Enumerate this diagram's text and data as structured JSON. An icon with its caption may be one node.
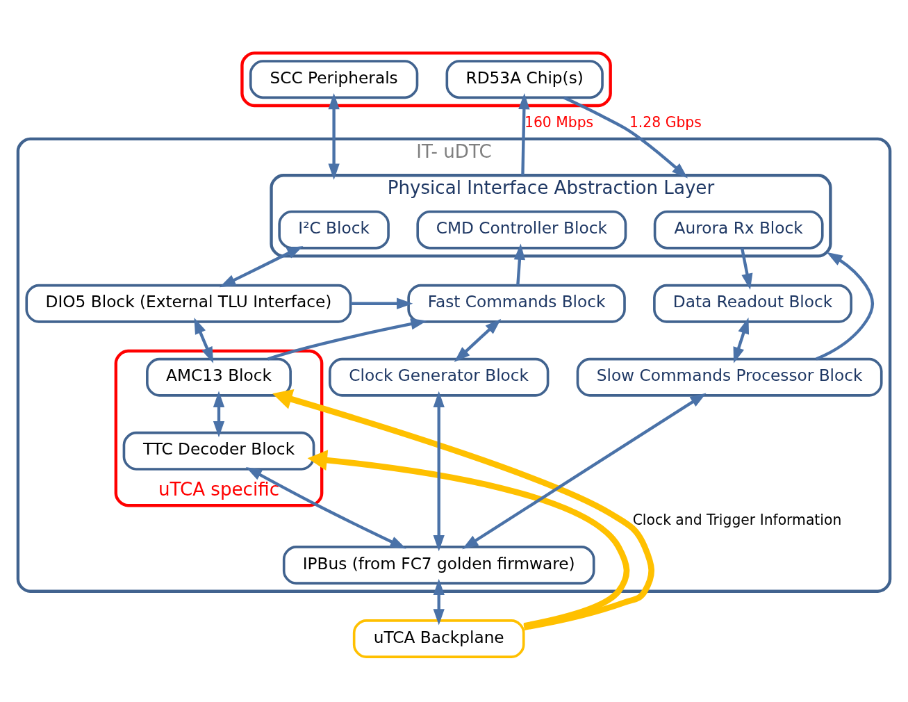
{
  "diagram": {
    "nodes": [
      {
        "text": [],
        "shape": "box"
      },
      {
        "text": [
          "SCC Peripherals"
        ],
        "in": 0
      },
      {
        "text": [
          "RD53A Chip(s)"
        ],
        "in": 0
      },
      {
        "text": [
          "IT- uDTC"
        ]
      },
      {
        "text": [
          "Physical Interface Abstraction Layer"
        ],
        "in": 3
      },
      {
        "text": [
          "I²C Block"
        ],
        "in": 4
      },
      {
        "text": [
          "CMD Controller Block"
        ],
        "in": 4
      },
      {
        "text": [
          "Aurora Rx Block"
        ],
        "in": 4
      },
      {
        "text": [
          "DIO5 Block (External TLU Interface)"
        ],
        "in": 3
      },
      {
        "text": [
          "Fast Commands Block"
        ],
        "in": 3
      },
      {
        "text": [
          "Data Readout Block"
        ],
        "in": 3
      },
      {
        "text": [
          "uTCA specific"
        ],
        "in": 3
      },
      {
        "text": [
          "AMC13 Block"
        ],
        "in": 11
      },
      {
        "text": [
          "TTC Decoder Block"
        ],
        "in": 11
      },
      {
        "text": [
          "Clock Generator Block"
        ],
        "in": 3
      },
      {
        "text": [
          "Slow Commands Processor Block"
        ],
        "in": 3
      },
      {
        "text": [
          "IPBus (from FC7 golden firmware)"
        ],
        "in": 3
      },
      {
        "text": [
          "uTCA Backplane"
        ]
      }
    ],
    "edges": [
      {
        "from": 1,
        "to": 4,
        "arrow": "both"
      },
      {
        "from": 4,
        "to": 2,
        "arrow": "to",
        "label": "160 Mbps"
      },
      {
        "from": 2,
        "to": 4,
        "arrow": "to",
        "label": "1.28 Gbps"
      },
      {
        "from": 5,
        "to": 8,
        "arrow": "both"
      },
      {
        "from": 8,
        "to": 9,
        "arrow": "to"
      },
      {
        "from": 8,
        "to": 12,
        "arrow": "both"
      },
      {
        "from": 12,
        "to": 9,
        "arrow": "to"
      },
      {
        "from": 9,
        "to": 6,
        "arrow": "to"
      },
      {
        "from": 15,
        "to": 4,
        "arrow": "to"
      },
      {
        "from": 7,
        "to": 10,
        "arrow": "to"
      },
      {
        "from": 9,
        "to": 14,
        "arrow": "both"
      },
      {
        "from": 10,
        "to": 15,
        "arrow": "both"
      },
      {
        "from": 12,
        "to": 13,
        "arrow": "both"
      },
      {
        "from": 13,
        "to": 16,
        "arrow": "both"
      },
      {
        "from": 14,
        "to": 16,
        "arrow": "both"
      },
      {
        "from": 15,
        "to": 16,
        "arrow": "both"
      },
      {
        "from": 16,
        "to": 17,
        "arrow": "both"
      },
      {
        "from": 17,
        "to": 12,
        "arrow": "to",
        "style": "thick",
        "color": "#ffc000",
        "label": "Clock and Trigger Information"
      },
      {
        "from": 17,
        "to": 13,
        "arrow": "to",
        "style": "thick",
        "color": "#ffc000"
      }
    ]
  }
}
